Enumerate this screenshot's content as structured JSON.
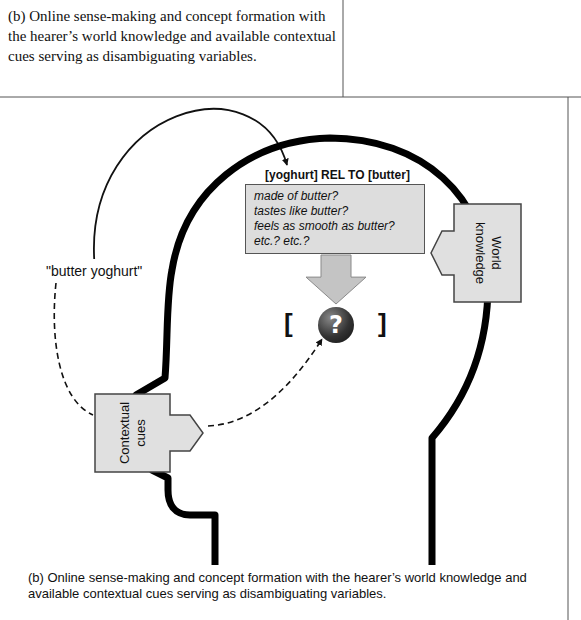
{
  "diagram": {
    "title": "(b) Online sense-making and concept formation with the hearer’s world knowledge and available contextual cues serving as disambiguating variables.",
    "caption": "(b) Online sense-making and concept formation with the hearer’s world knowledge and available contextual cues serving as disambiguating variables.",
    "nodes": [
      {
        "text": [
          "\"butter yoghurt\""
        ]
      },
      {
        "text": [
          "[yoghurt] REL TO [butter]"
        ]
      },
      {
        "text": [
          "made of butter?",
          "tastes like butter?",
          "feels as smooth as butter?",
          "etc.? etc.?"
        ],
        "in": 1
      },
      {
        "text": [
          "?"
        ],
        "in": 1
      },
      {
        "text": [
          "World knowledge"
        ]
      },
      {
        "text": [
          "Contextual cues"
        ]
      }
    ],
    "edges": [
      {
        "from": 0,
        "to": 1,
        "arrow": "to"
      },
      {
        "from": 0,
        "to": 5,
        "arrow": "none"
      },
      {
        "from": 5,
        "to": 3,
        "arrow": "to"
      },
      {
        "from": 2,
        "to": 3,
        "arrow": "to"
      }
    ],
    "labels": [
      "[",
      "]"
    ]
  }
}
